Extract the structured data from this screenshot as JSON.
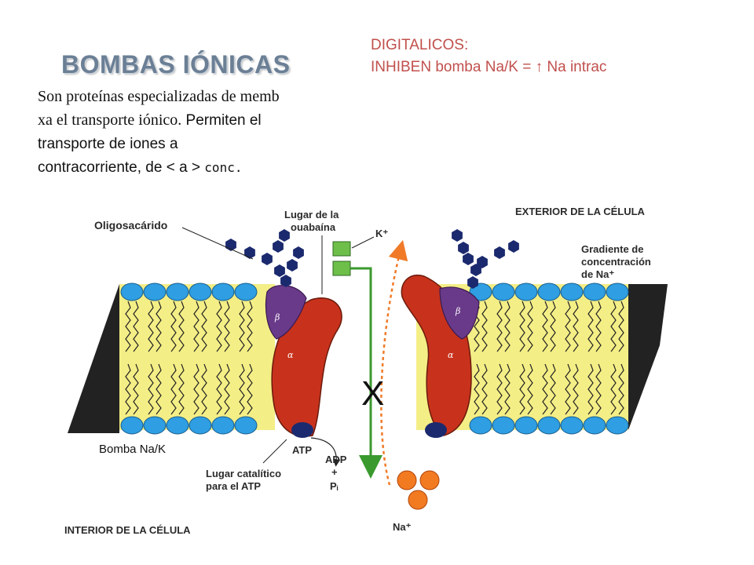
{
  "slide": {
    "title": "BOMBAS IÓNICAS",
    "note_line1": "DIGITALICOS:",
    "note_line2": "INHIBEN bomba Na/K = ↑ Na intrac",
    "intro": {
      "line1": "Son proteínas especializadas de memb",
      "line2a": "xa el transporte iónico.",
      "line2b": " Permiten el",
      "line3": "transporte de iones a",
      "line4a": "contracorriente, de < a > ",
      "line4b": "conc."
    }
  },
  "diagram": {
    "labels": {
      "oligosaccharide": "Oligosacárido",
      "ouabain_site_1": "Lugar de la",
      "ouabain_site_2": "ouabaína",
      "k_ion": "K⁺",
      "exterior": "EXTERIOR DE LA CÉLULA",
      "gradient_1": "Gradiente de",
      "gradient_2": "concentración",
      "gradient_3": "de Na⁺",
      "beta_left": "β",
      "beta_right": "β",
      "alpha_left": "α",
      "alpha_right": "α",
      "pump_caption": "Bomba Na/K",
      "atp": "ATP",
      "adp": "ADP",
      "plus": "+",
      "pi": "Pᵢ",
      "catalytic_1": "Lugar catalítico",
      "catalytic_2": "para el ATP",
      "interior": "INTERIOR DE LA CÉLULA",
      "na_ion": "Na⁺",
      "inhibition_mark": "X"
    },
    "colors": {
      "membrane_fill": "#f4ee86",
      "head_blue": "#2f9ee2",
      "protein_red": "#c8321c",
      "beta_purple": "#6a3a8a",
      "sugar_navy": "#1b2a6e",
      "k_green": "#6dbf4a",
      "na_orange": "#f27a21",
      "arrow_green": "#3a9a2e",
      "arrow_orange": "#f07a28"
    }
  }
}
